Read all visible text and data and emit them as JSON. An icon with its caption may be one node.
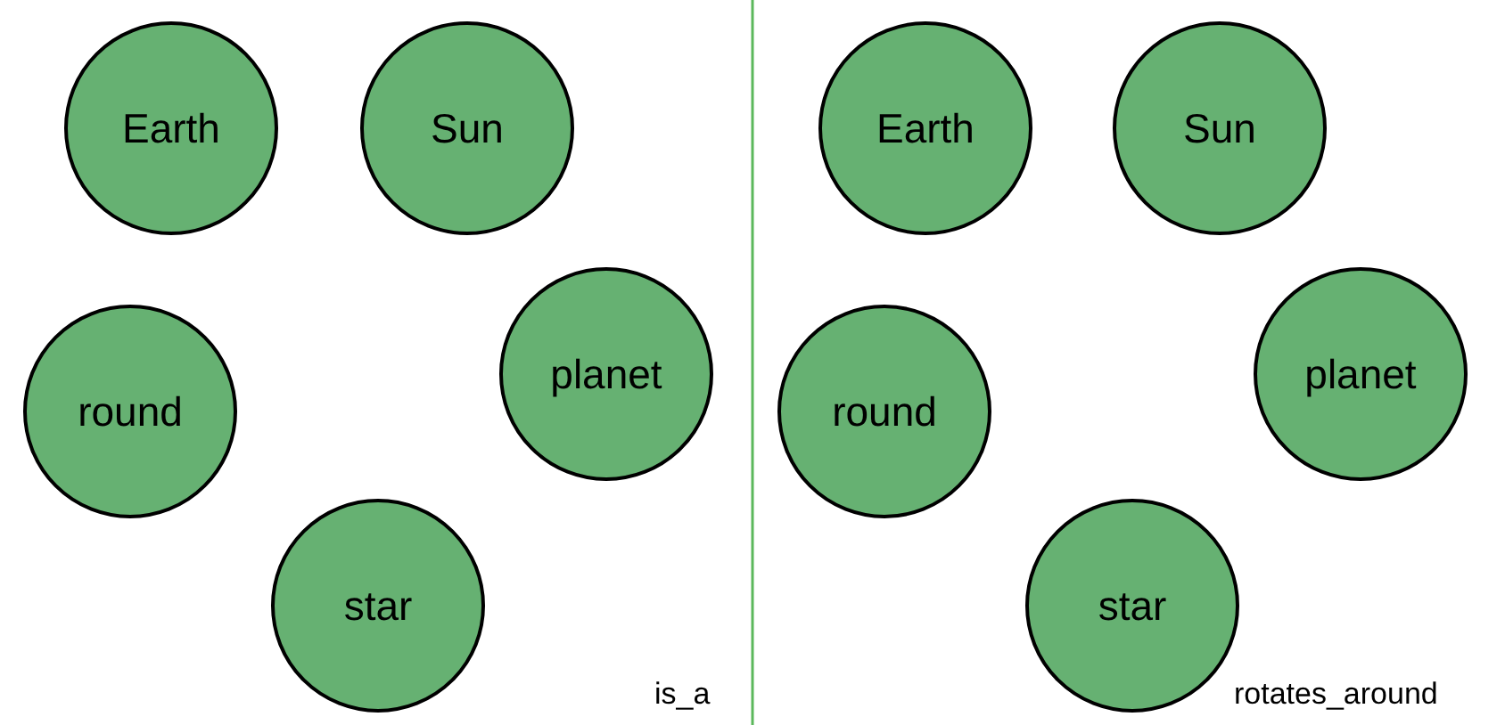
{
  "diagram": {
    "nodes": [
      {
        "text": [
          "Earth"
        ]
      },
      {
        "text": [
          "Sun"
        ]
      },
      {
        "text": [
          "planet"
        ]
      },
      {
        "text": [
          "round"
        ]
      },
      {
        "text": [
          "star"
        ]
      },
      {
        "text": [
          "Earth"
        ]
      },
      {
        "text": [
          "Sun"
        ]
      },
      {
        "text": [
          "planet"
        ]
      },
      {
        "text": [
          "round"
        ]
      },
      {
        "text": [
          "star"
        ]
      }
    ],
    "labels": [
      "is_a",
      "rotates_around"
    ]
  }
}
